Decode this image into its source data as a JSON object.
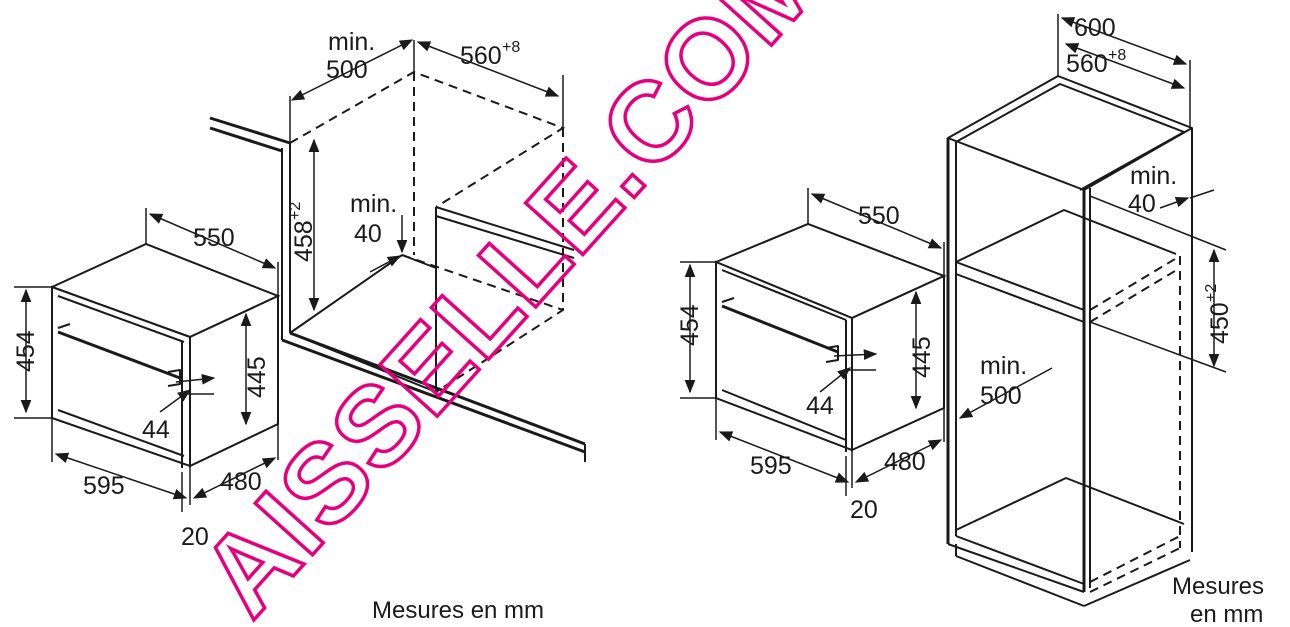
{
  "left": {
    "depth_label": "550",
    "height_label": "454",
    "inner_height_label": "445",
    "handle_label": "44",
    "width_label": "595",
    "rear_depth_label": "480",
    "front_label": "20",
    "niche_min_label": "min.",
    "niche_min_value": "500",
    "niche_width_label": "560",
    "niche_width_sup": "+8",
    "niche_height_label": "458",
    "niche_height_sup": "+2",
    "vent_min_label": "min.",
    "vent_min_value": "40",
    "caption": "Mesures en mm"
  },
  "right": {
    "depth_label": "550",
    "height_label": "454",
    "inner_height_label": "445",
    "handle_label": "44",
    "width_label": "595",
    "rear_depth_label": "480",
    "front_label": "20",
    "cabinet_width_label": "600",
    "niche_width_label": "560",
    "niche_width_sup": "+8",
    "vent_min_label": "min.",
    "vent_min_value": "40",
    "niche_height_label": "450",
    "niche_height_sup": "+2",
    "depth_min_label": "min.",
    "depth_min_value": "500",
    "caption_line1": "Mesures",
    "caption_line2": "en mm"
  },
  "watermark": "AISSELLE.COM",
  "colors": {
    "line": "#1a1a1a",
    "watermark": "#e6007e",
    "background": "#ffffff"
  }
}
